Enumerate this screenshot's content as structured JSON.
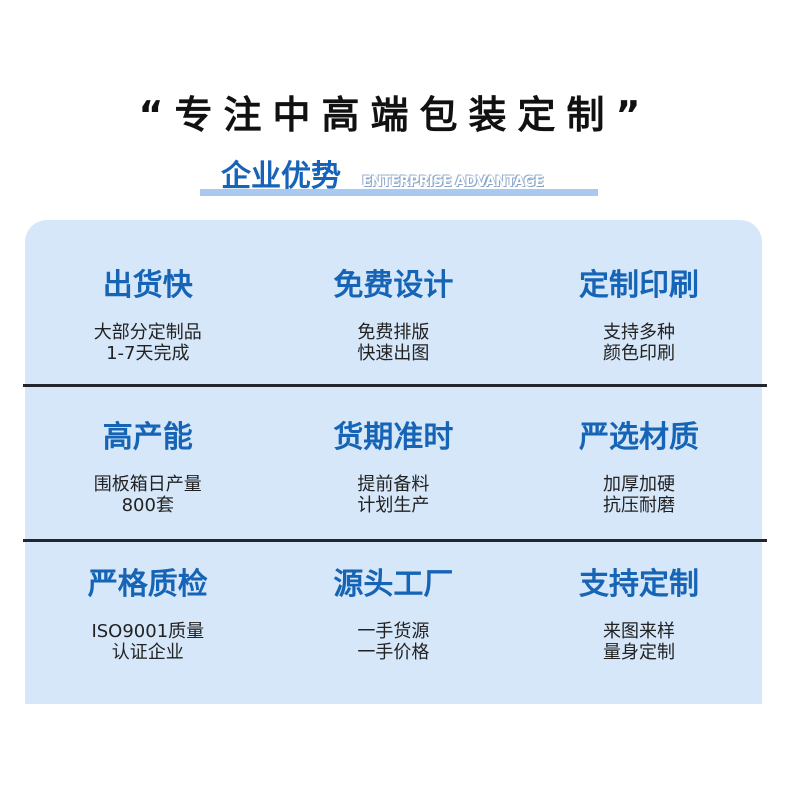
{
  "headline": "“专注中高端包装定制”",
  "section": {
    "title_cn": "企业优势",
    "title_en": "ENTERPRISE ADVANTAGE"
  },
  "colors": {
    "card_background": "#d6e7f9",
    "title_blue": "#1664b6",
    "underline_bar": "#a9c9f0",
    "divider": "#23272d"
  },
  "advantages": [
    [
      {
        "title": "出货快",
        "line1": "大部分定制品",
        "line2": "1-7天完成"
      },
      {
        "title": "免费设计",
        "line1": "免费排版",
        "line2": "快速出图"
      },
      {
        "title": "定制印刷",
        "line1": "支持多种",
        "line2": "颜色印刷"
      }
    ],
    [
      {
        "title": "高产能",
        "line1": "围板箱日产量",
        "line2": "800套"
      },
      {
        "title": "货期准时",
        "line1": "提前备料",
        "line2": "计划生产"
      },
      {
        "title": "严选材质",
        "line1": "加厚加硬",
        "line2": "抗压耐磨"
      }
    ],
    [
      {
        "title": "严格质检",
        "line1": "ISO9001质量",
        "line2": "认证企业"
      },
      {
        "title": "源头工厂",
        "line1": "一手货源",
        "line2": "一手价格"
      },
      {
        "title": "支持定制",
        "line1": "来图来样",
        "line2": "量身定制"
      }
    ]
  ]
}
